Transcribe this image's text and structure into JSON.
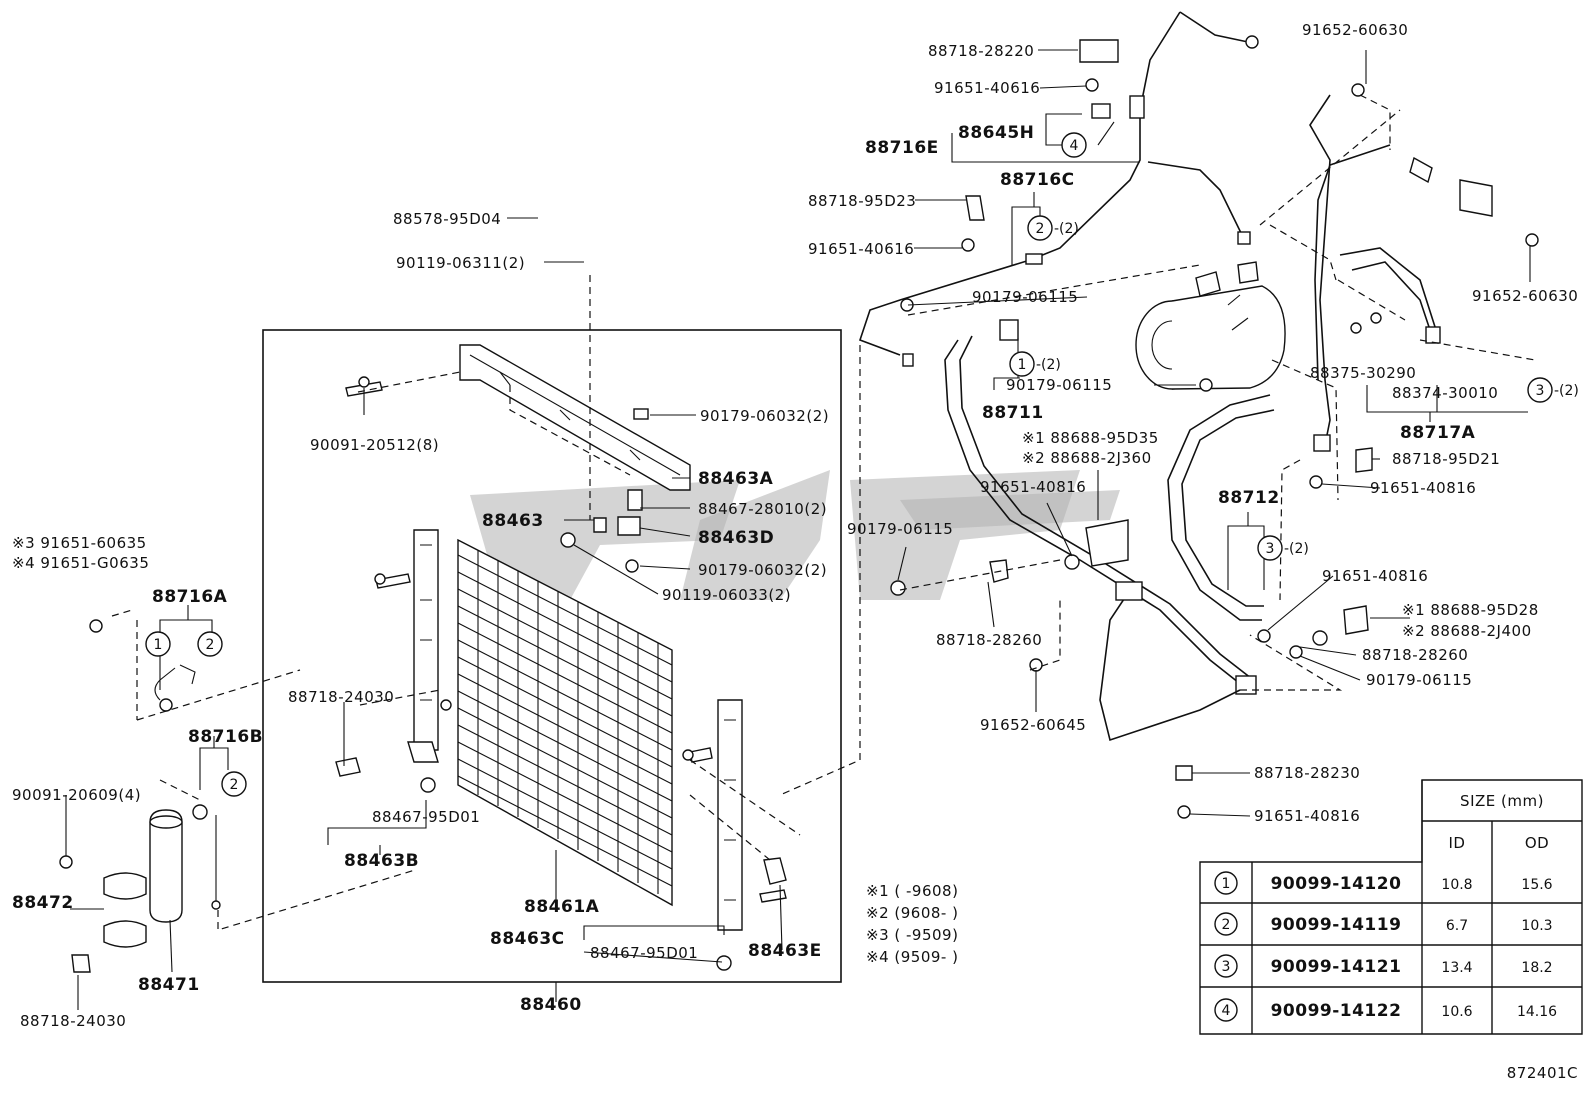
{
  "diagram_id": "872401C",
  "callouts": {
    "c88718_28220": "88718-28220",
    "c91651_40616a": "91651-40616",
    "c88645h": "88645H",
    "c88716e": "88716E",
    "c88716c": "88716C",
    "c88718_95d23": "88718-95D23",
    "c91651_40616b": "91651-40616",
    "c88578_95d04": "88578-95D04",
    "c90119_06311": "90119-06311(2)",
    "c90179_06115a": "90179-06115",
    "c90091_20512": "90091-20512(8)",
    "c90179_06032a": "90179-06032(2)",
    "c88463a": "88463A",
    "c88467_28010": "88467-28010(2)",
    "c88463": "88463",
    "c88463d": "88463D",
    "c90179_06032b": "90179-06032(2)",
    "c90119_06033": "90119-06033(2)",
    "c88711": "88711",
    "c90179_06115b": "90179-06115",
    "c88688_95d35": "※1 88688-95D35",
    "c88688_2j360": "※2 88688-2J360",
    "c91651_40816a": "91651-40816",
    "c90179_06115c": "90179-06115",
    "c88718_28260a": "88718-28260",
    "c91652_60645": "91652-60645",
    "c91652_60630a": "91652-60630",
    "c91652_60630b": "91652-60630",
    "c88375_30290": "88375-30290",
    "c88374_30010": "88374-30010",
    "c88717a": "88717A",
    "c88718_95d21": "88718-95D21",
    "c91651_40816b": "91651-40816",
    "c88712": "88712",
    "c91651_40816c": "91651-40816",
    "c88688_95d28": "※1 88688-95D28",
    "c88688_2j400": "※2 88688-2J400",
    "c88718_28260b": "88718-28260",
    "c90179_06115d": "90179-06115",
    "c88718_28230": "88718-28230",
    "c91651_40816d": "91651-40816",
    "c91651_60635": "※3 91651-60635",
    "c91651_g0635": "※4 91651-G0635",
    "c88716a": "88716A",
    "c88716b": "88716B",
    "c90091_20609": "90091-20609(4)",
    "c88472": "88472",
    "c88471": "88471",
    "c88718_24030a": "88718-24030",
    "c88718_24030b": "88718-24030",
    "c88467_95d01a": "88467-95D01",
    "c88463b": "88463B",
    "c88461a": "88461A",
    "c88463c": "88463C",
    "c88467_95d01b": "88467-95D01",
    "c88463e": "88463E",
    "c88460": "88460",
    "qty2a": "-(2)",
    "qty2b": "-(2)",
    "qty2c": "-(2)",
    "qty2d": "-(2)"
  },
  "circle_refs": [
    "1",
    "2",
    "3",
    "4"
  ],
  "notes": [
    "※1 (      -9608)",
    "※2 (9608-      )",
    "※3 (      -9509)",
    "※4 (9509-      )"
  ],
  "size_table": {
    "header": "SIZE (mm)",
    "col_id": "ID",
    "col_od": "OD",
    "rows": [
      {
        "ref": "1",
        "part": "90099-14120",
        "id": "10.8",
        "od": "15.6"
      },
      {
        "ref": "2",
        "part": "90099-14119",
        "id": "6.7",
        "od": "10.3"
      },
      {
        "ref": "3",
        "part": "90099-14121",
        "id": "13.4",
        "od": "18.2"
      },
      {
        "ref": "4",
        "part": "90099-14122",
        "id": "10.6",
        "od": "14.16"
      }
    ]
  }
}
